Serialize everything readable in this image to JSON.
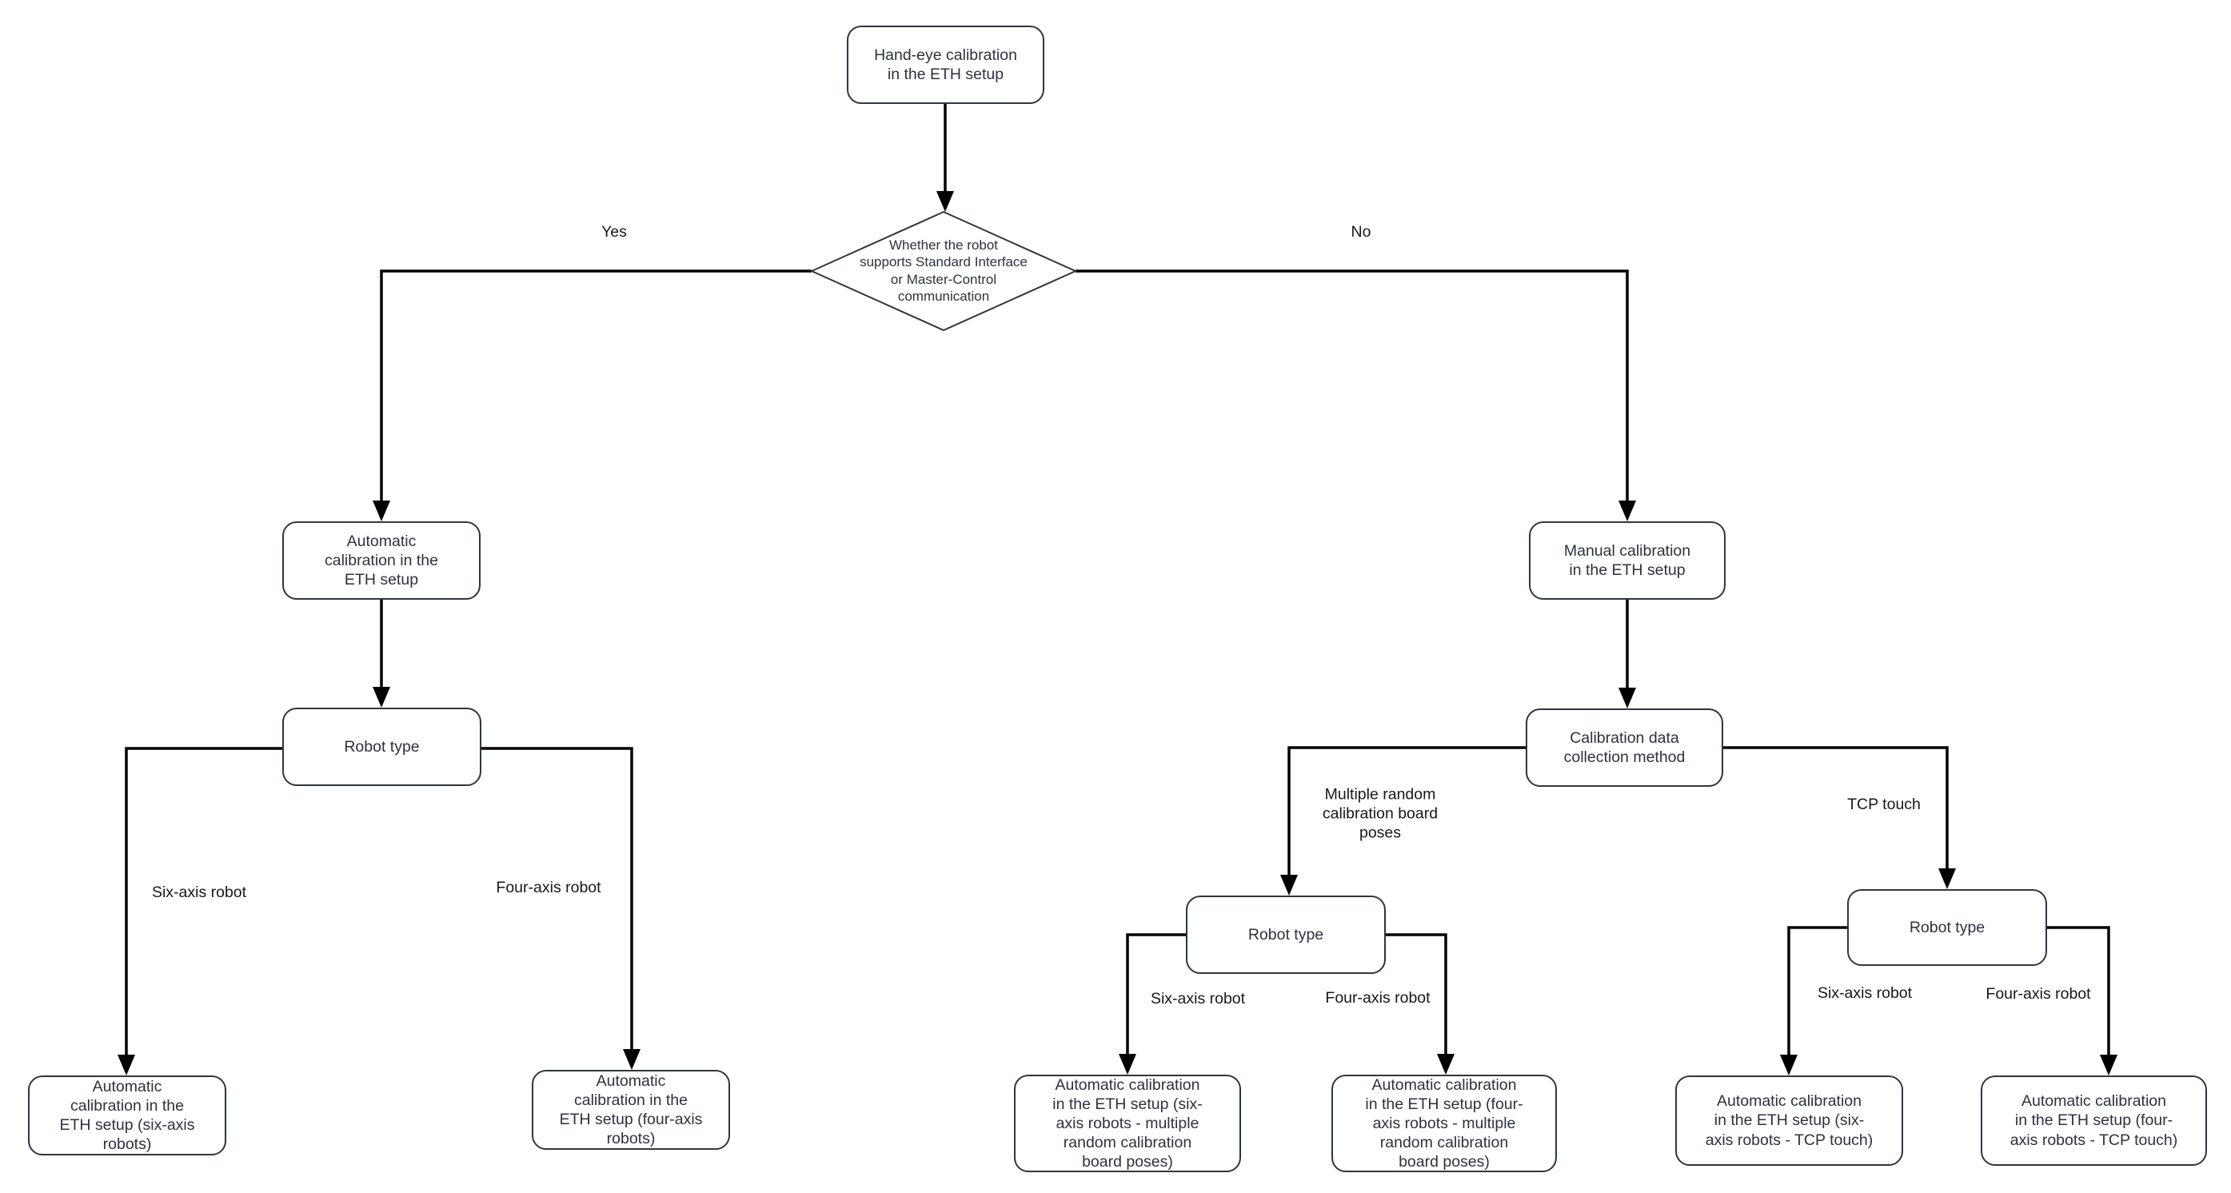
{
  "colors": {
    "background": "#ffffff",
    "node_border": "#2f3542",
    "node_text": "#2d3240",
    "connector": "#000000"
  },
  "nodes": {
    "root": {
      "label": "Hand-eye calibration\nin the ETH setup"
    },
    "decision_communication": {
      "label": "Whether the robot\nsupports Standard Interface\nor Master-Control\ncommunication"
    },
    "auto_calibration": {
      "label": "Automatic\ncalibration in the\nETH setup"
    },
    "manual_calibration": {
      "label": "Manual calibration\nin the ETH setup"
    },
    "robot_type_left": {
      "label": "Robot type"
    },
    "calibration_data_method": {
      "label": "Calibration data\ncollection method"
    },
    "robot_type_poses": {
      "label": "Robot type"
    },
    "robot_type_tcp": {
      "label": "Robot type"
    },
    "result_six_axis": {
      "label": "Automatic\ncalibration in the\nETH setup (six-axis\nrobots)"
    },
    "result_four_axis": {
      "label": "Automatic\ncalibration in the\nETH setup (four-axis\nrobots)"
    },
    "result_six_axis_poses": {
      "label": "Automatic calibration\nin the ETH setup (six-\naxis robots - multiple\nrandom calibration\nboard poses)"
    },
    "result_four_axis_poses": {
      "label": "Automatic calibration\nin the ETH setup (four-\naxis robots - multiple\nrandom calibration\nboard poses)"
    },
    "result_six_axis_tcp": {
      "label": "Automatic calibration\nin the ETH setup (six-\naxis robots - TCP touch)"
    },
    "result_four_axis_tcp": {
      "label": "Automatic calibration\nin the ETH setup (four-\naxis robots - TCP touch)"
    }
  },
  "edge_labels": {
    "yes": "Yes",
    "no": "No",
    "six_axis_left": "Six-axis robot",
    "four_axis_left": "Four-axis robot",
    "multiple_poses": "Multiple random\ncalibration board\nposes",
    "tcp_touch": "TCP touch",
    "six_axis_poses": "Six-axis robot",
    "four_axis_poses": "Four-axis robot",
    "six_axis_tcp": "Six-axis robot",
    "four_axis_tcp": "Four-axis robot"
  }
}
